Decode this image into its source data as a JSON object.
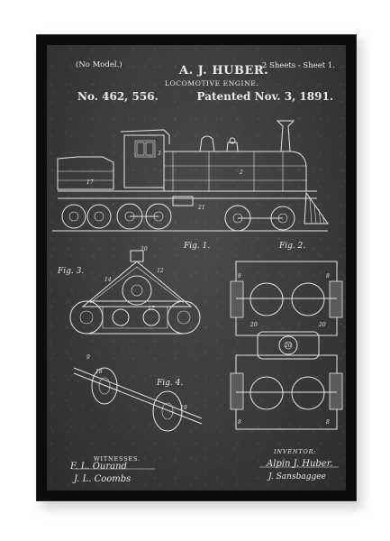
{
  "poster": {
    "model_note": "(No Model.)",
    "sheet_note": "2 Sheets - Sheet 1.",
    "inventor_name": "A. J. HUBER.",
    "title": "LOCOMOTIVE ENGINE.",
    "patent_number": "No. 462, 556.",
    "patented_date": "Patented Nov. 3, 1891.",
    "figures": [
      "Fig. 1.",
      "Fig. 2.",
      "Fig. 3.",
      "Fig. 4."
    ],
    "witnesses_label": "WITNESSES.",
    "witness_signatures": [
      "F. L. Ourand",
      "J. L. Coombs"
    ],
    "inventor_label": "INVENTOR:",
    "inventor_signature": "Alpin J. Huber.",
    "attorney_signature": "J. Sansbaggee"
  },
  "colors": {
    "frame": "#0b0b0c",
    "chalkboard": "#3a3b3c",
    "ink": "#e6e6e6",
    "background": "#ffffff"
  }
}
